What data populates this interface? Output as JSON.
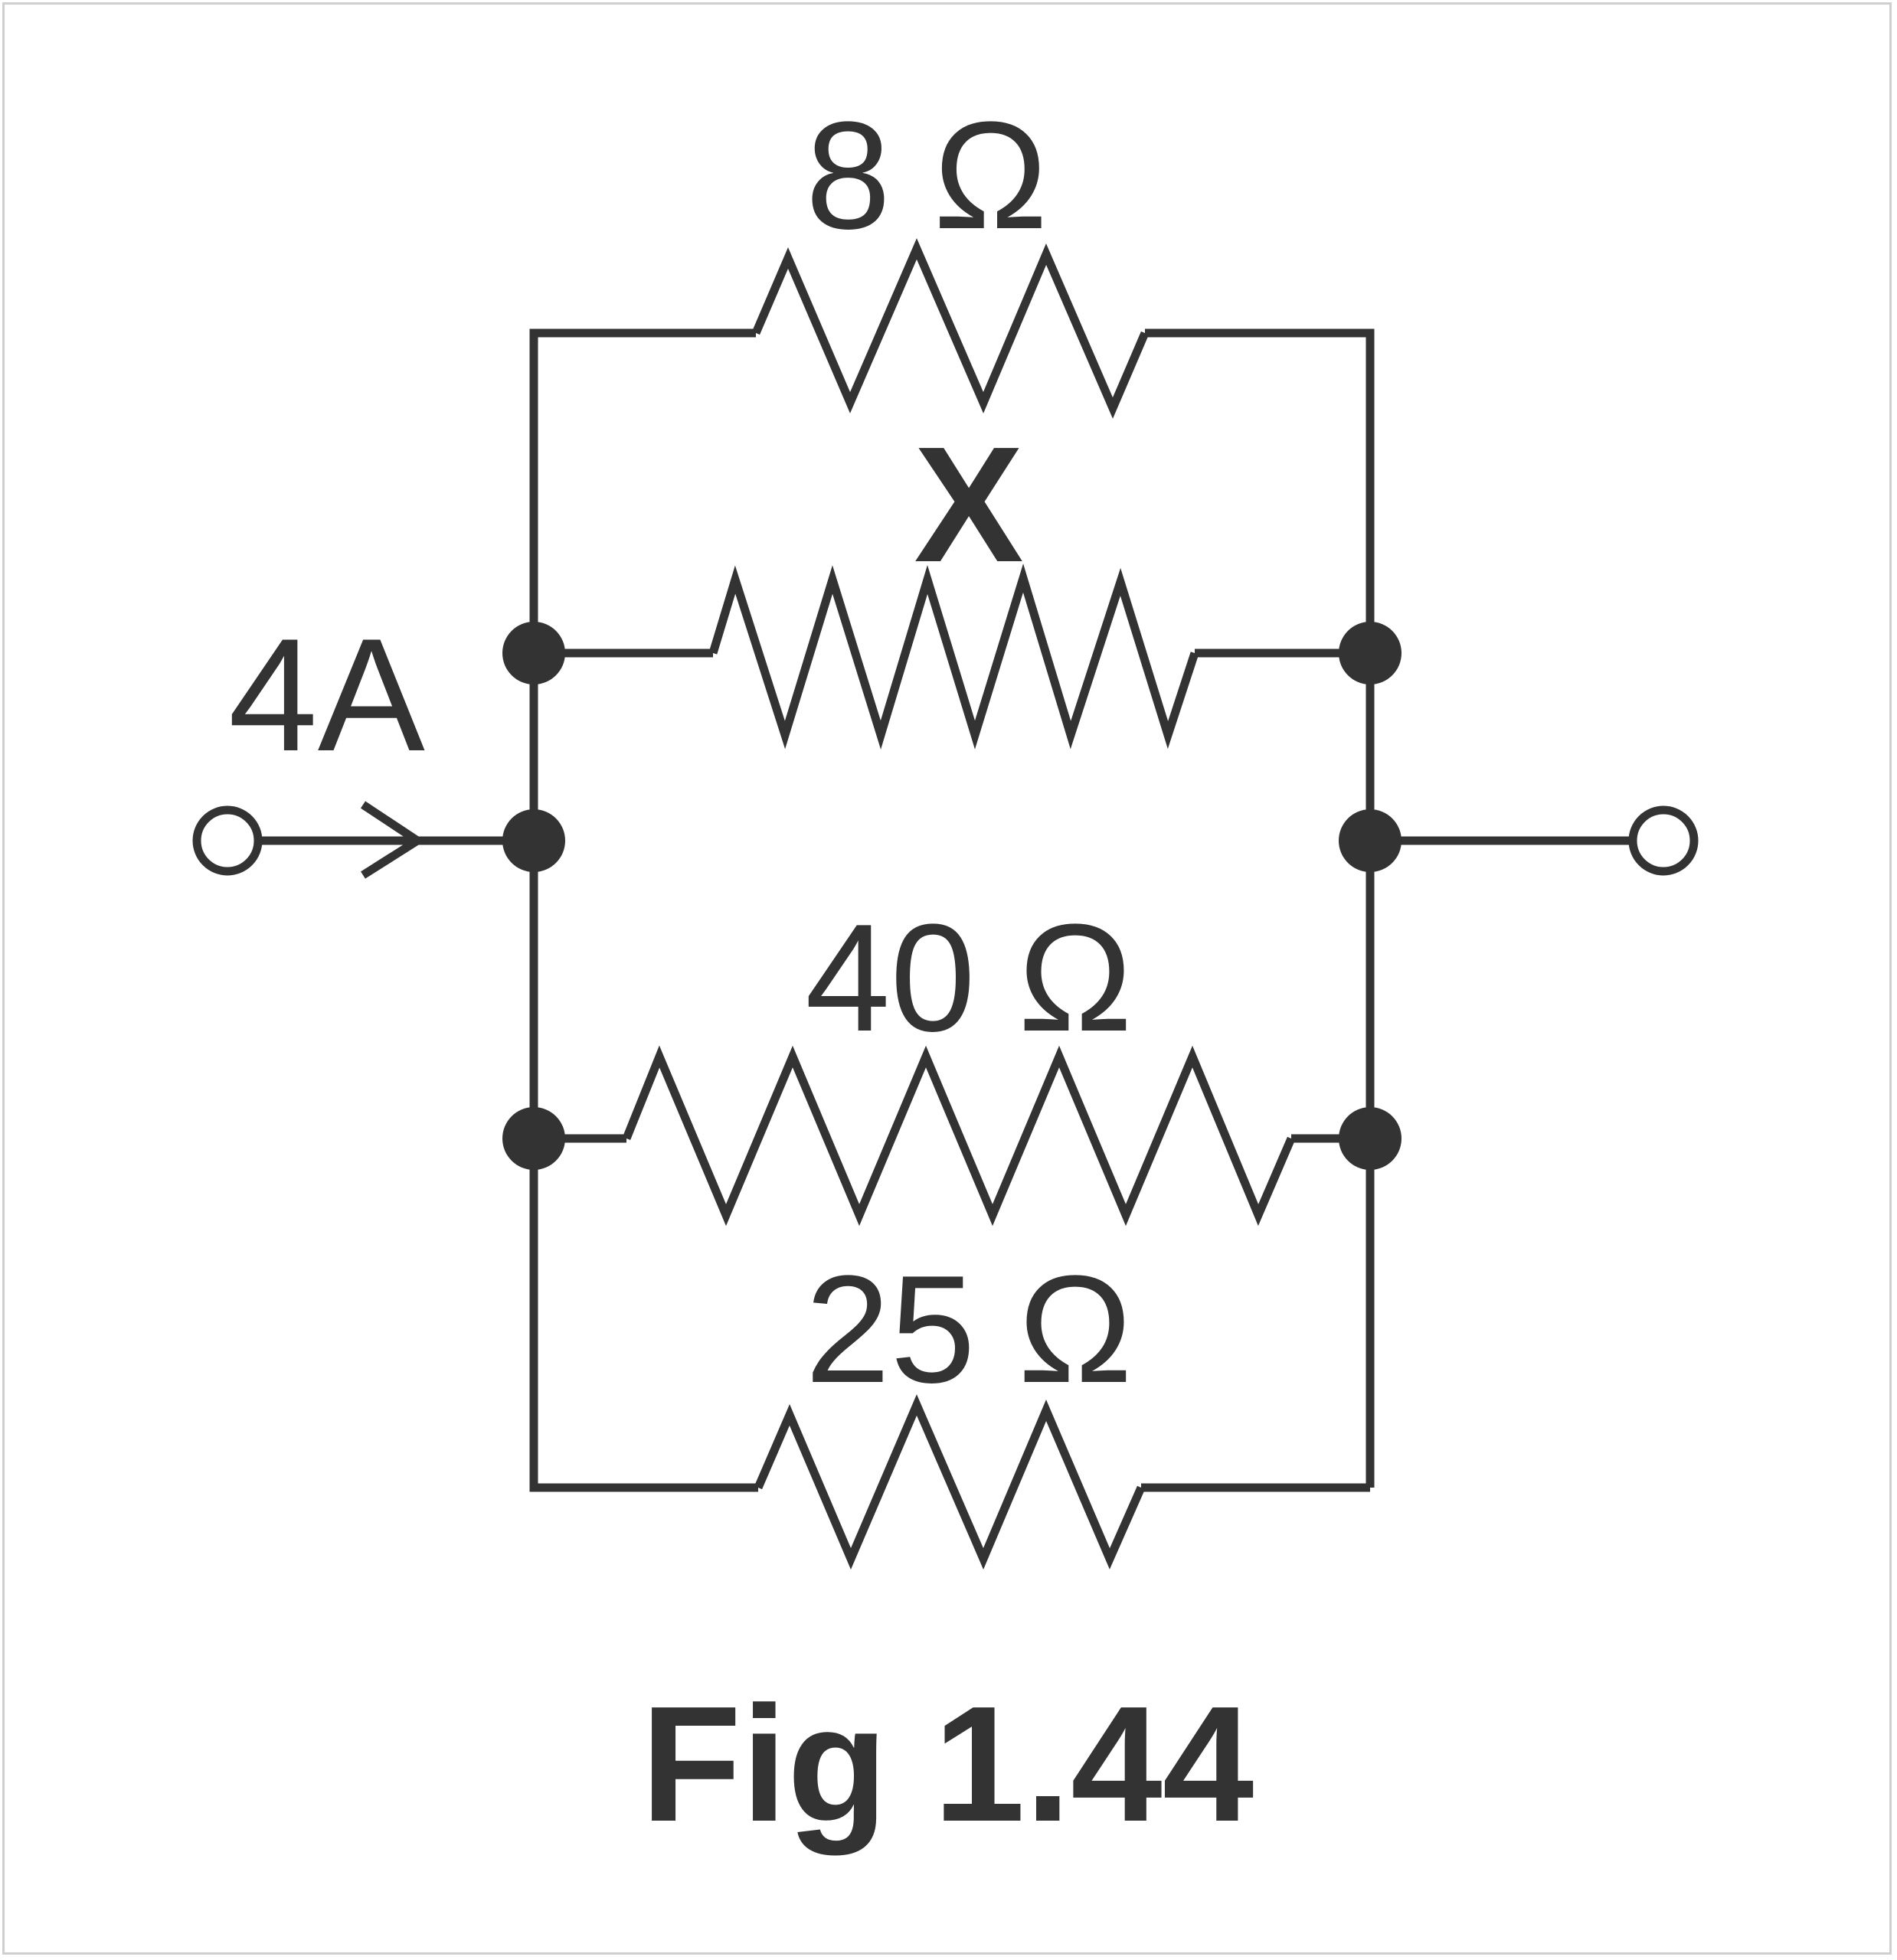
{
  "diagram": {
    "type": "circuit",
    "colors": {
      "ink": "#333333",
      "background": "#ffffff",
      "border": "#cfcfcf"
    },
    "source": {
      "current_label": "4A"
    },
    "resistors": [
      {
        "id": "r-top",
        "label": "8 Ω"
      },
      {
        "id": "r-x",
        "label": "X"
      },
      {
        "id": "r-40",
        "label": "40 Ω"
      },
      {
        "id": "r-25",
        "label": "25 Ω"
      }
    ],
    "caption": "Fig 1.44"
  }
}
